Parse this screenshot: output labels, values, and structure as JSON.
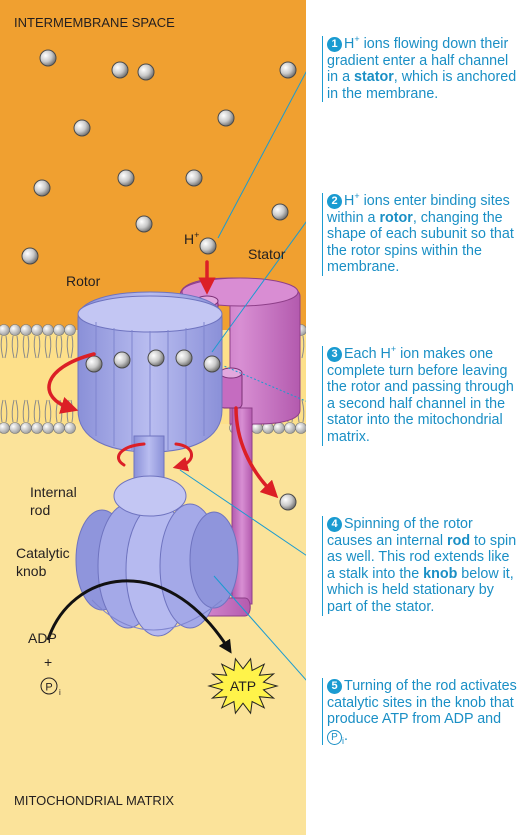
{
  "labels": {
    "intermembrane": "INTERMEMBRANE SPACE",
    "matrix": "MITOCHONDRIAL MATRIX",
    "h_ion": "H",
    "h_plus": "+",
    "stator": "Stator",
    "rotor": "Rotor",
    "internal": "Internal",
    "rod": "rod",
    "catalytic": "Catalytic",
    "knob": "knob",
    "adp": "ADP",
    "plus": "+",
    "p": "P",
    "i": "i",
    "atp": "ATP"
  },
  "steps": [
    {
      "number": "1",
      "a": "H",
      "sup": "+",
      "b": " ions flowing down their gradient enter a half channel in a ",
      "bold": "stator",
      "c": ", which is anchored in the membrane."
    },
    {
      "number": "2",
      "a": "H",
      "sup": "+",
      "b": " ions enter binding sites within a ",
      "bold": "rotor",
      "c": ", changing the shape of each subunit so that the rotor spins within the membrane."
    },
    {
      "number": "3",
      "a": "Each H",
      "sup": "+",
      "b": " ion makes one complete turn before leaving the rotor and passing through a second half channel in the stator into the mitochondrial matrix."
    },
    {
      "number": "4",
      "a": "Spinning of the rotor causes an internal ",
      "bold": "rod",
      "b": " to spin as well. This rod extends like a stalk into the ",
      "bold2": "knob",
      "c": " below it, which is held stationary by part of the stator."
    },
    {
      "number": "5",
      "a": "Turning of the rod activates catalytic sites in the knob that produce ATP from ADP and ",
      "p": "P",
      "i": "i",
      "c": "."
    }
  ],
  "colors": {
    "intermembrane_space": "#f0a030",
    "matrix": "#fbe39a",
    "membrane": "#fde08a",
    "rotor": "#a4a9e8",
    "stator": "#c56cc0",
    "arrows": "#dc1f26",
    "callout_text": "#1a8fc5"
  }
}
